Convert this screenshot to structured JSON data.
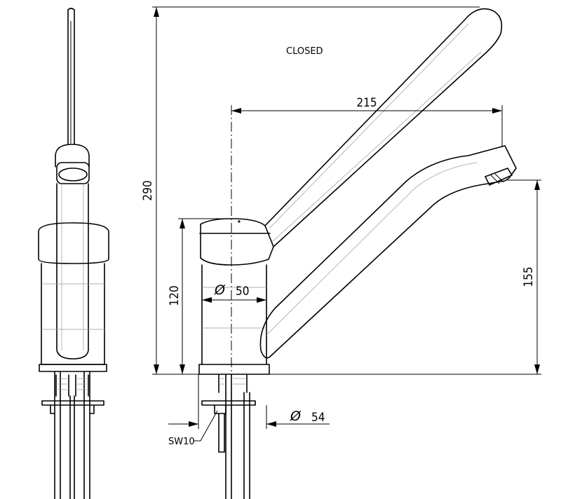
{
  "drawing": {
    "state_label": "CLOSED",
    "dimensions": {
      "height_total": "290",
      "spout_reach": "215",
      "body_height": "120",
      "body_diameter": "50",
      "spout_height": "155",
      "base_diameter": "54",
      "wrench_size": "SW10"
    },
    "diameter_symbol": "Ø"
  }
}
